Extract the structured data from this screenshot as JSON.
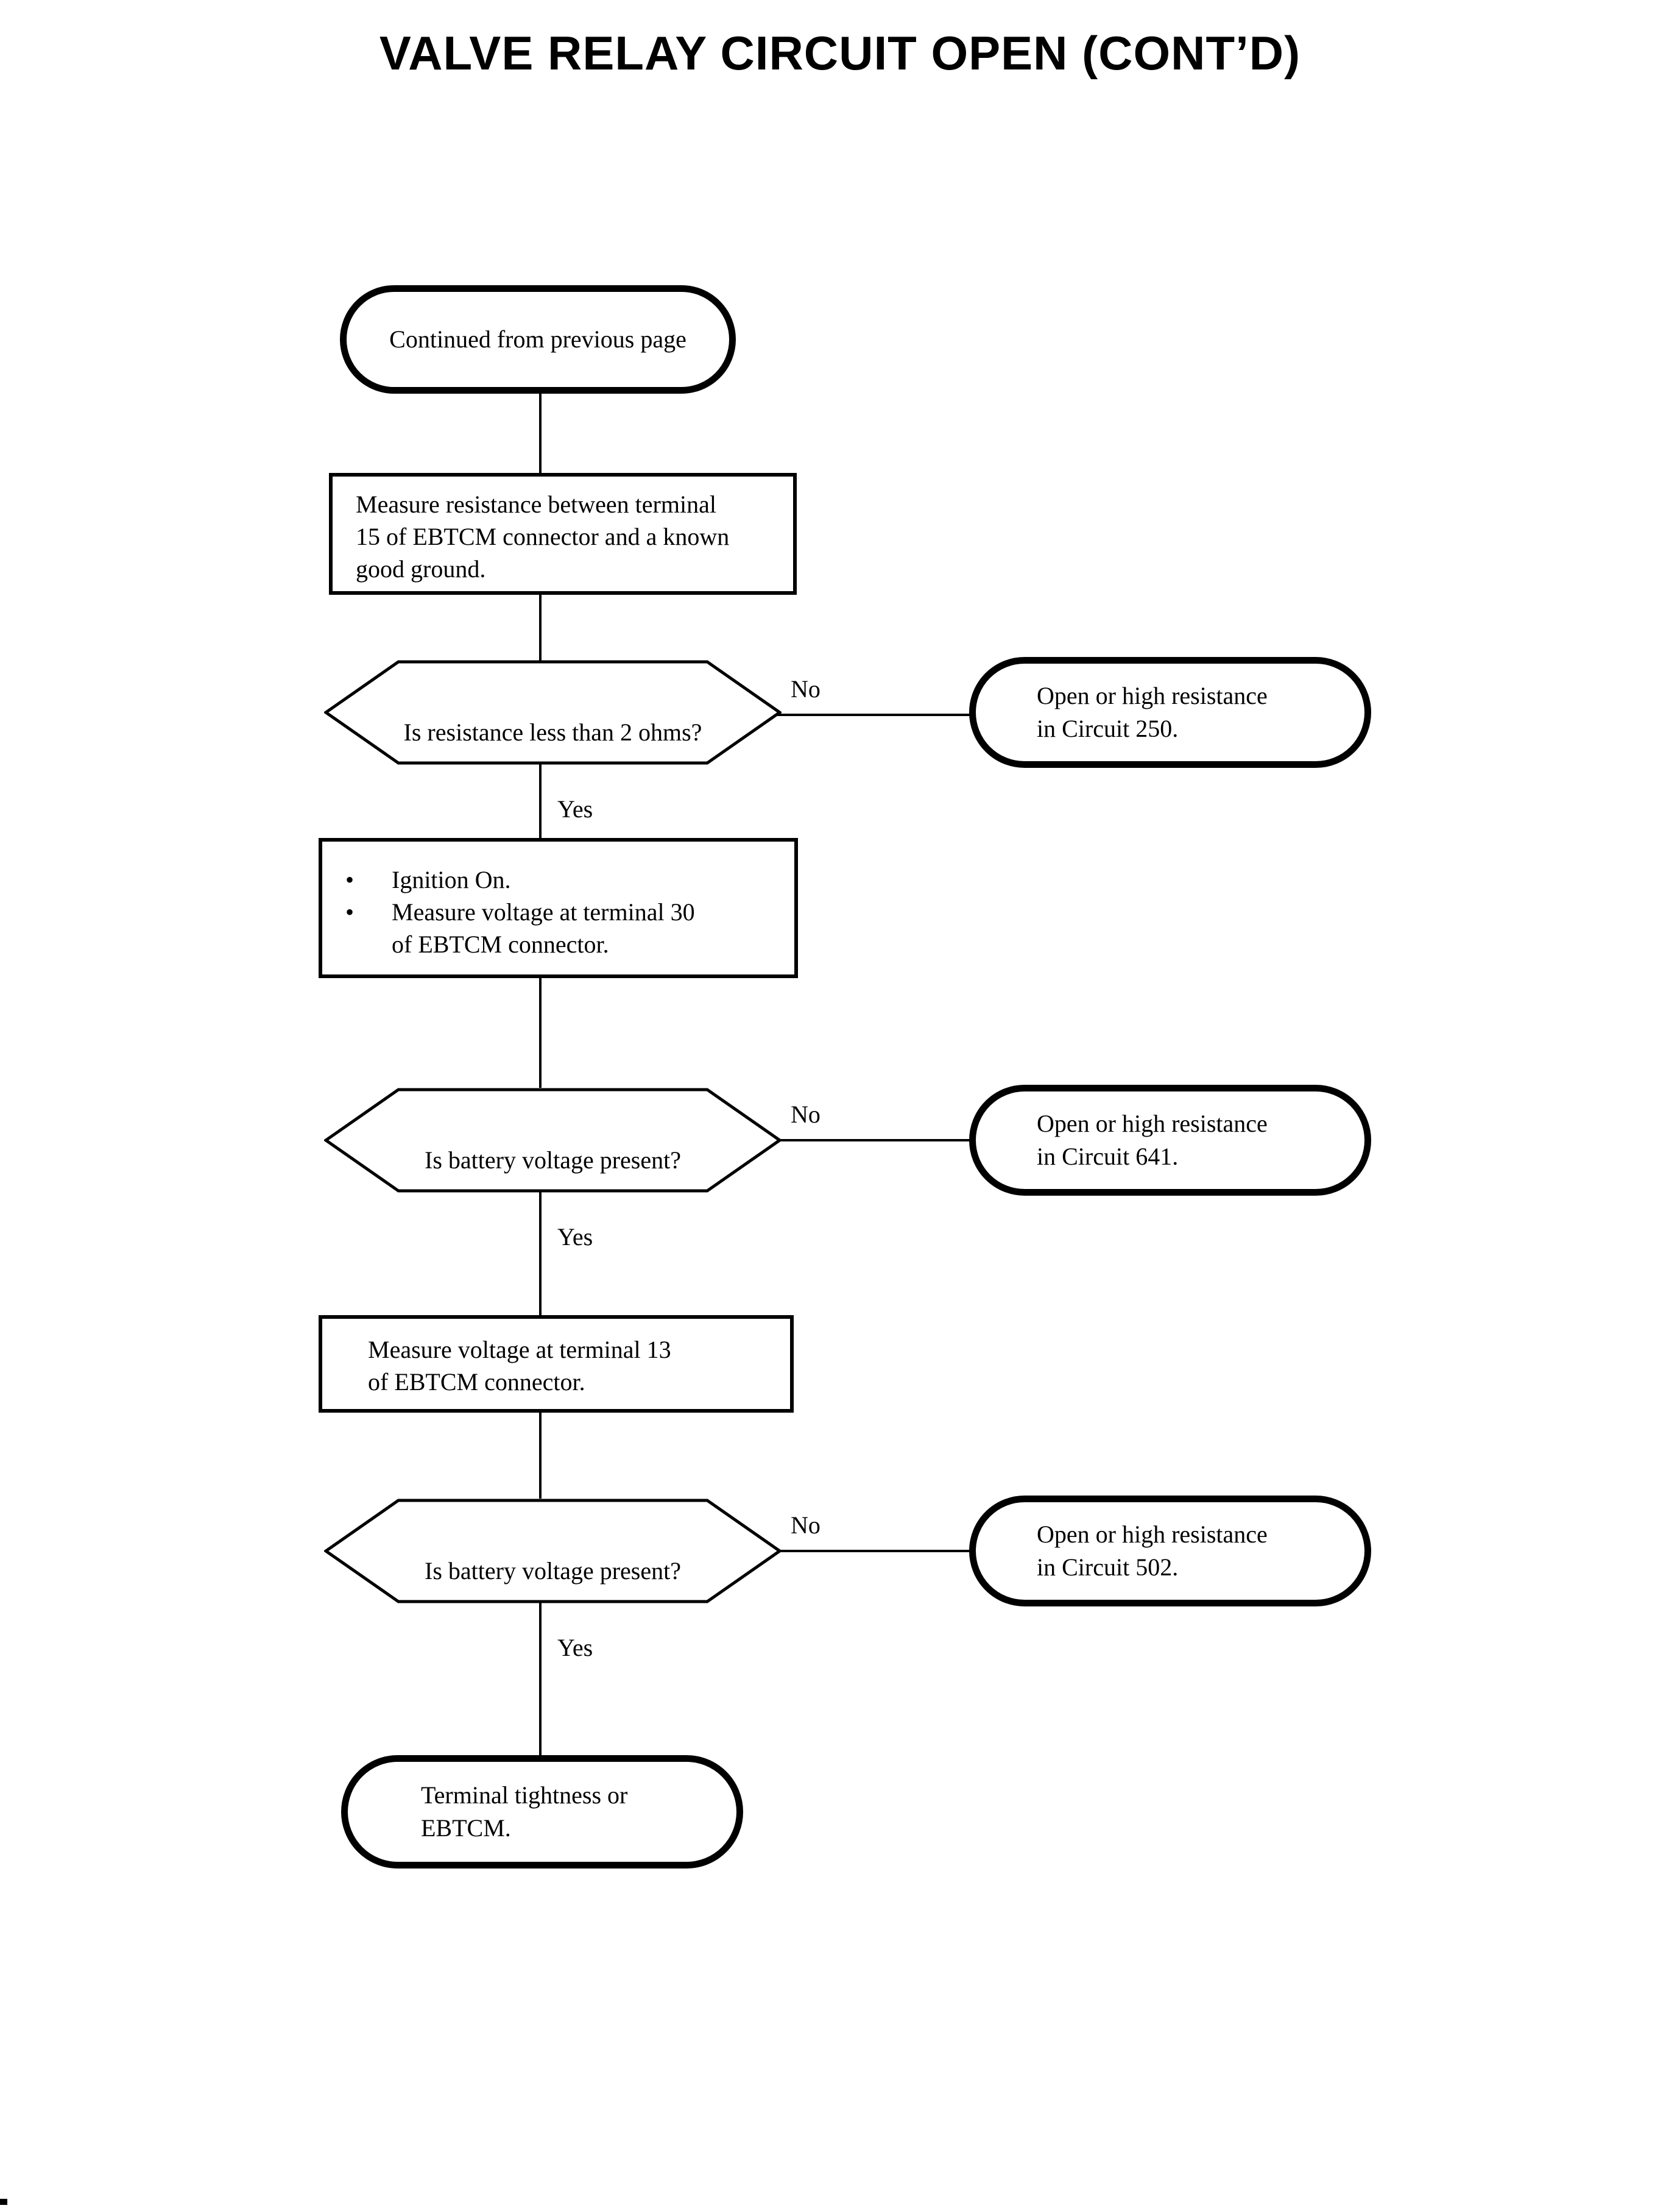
{
  "title": "VALVE RELAY CIRCUIT OPEN (CONT’D)",
  "colors": {
    "ink": "#000000",
    "paper": "#ffffff"
  },
  "glyphs": {
    "bullet": "•"
  },
  "labels": {
    "yes": "Yes",
    "no": "No"
  },
  "flow": {
    "start": {
      "text": "Continued from previous page"
    },
    "step1": {
      "lines": [
        "Measure resistance between terminal",
        "15 of EBTCM connector and a known",
        "good ground."
      ]
    },
    "decision1": {
      "question": "Is resistance less than 2 ohms?"
    },
    "result1": {
      "lines": [
        "Open or high resistance",
        "in Circuit 250."
      ]
    },
    "step2": {
      "bullets": [
        "Ignition On.",
        "Measure voltage at terminal 30",
        "of EBTCM connector."
      ]
    },
    "decision2": {
      "question": "Is battery voltage present?"
    },
    "result2": {
      "lines": [
        "Open or high resistance",
        "in Circuit 641."
      ]
    },
    "step3": {
      "lines": [
        "Measure voltage at terminal 13",
        "of EBTCM connector."
      ]
    },
    "decision3": {
      "question": "Is battery voltage present?"
    },
    "result3": {
      "lines": [
        "Open or high resistance",
        "in Circuit 502."
      ]
    },
    "end": {
      "lines": [
        "Terminal tightness or",
        "EBTCM."
      ]
    }
  }
}
